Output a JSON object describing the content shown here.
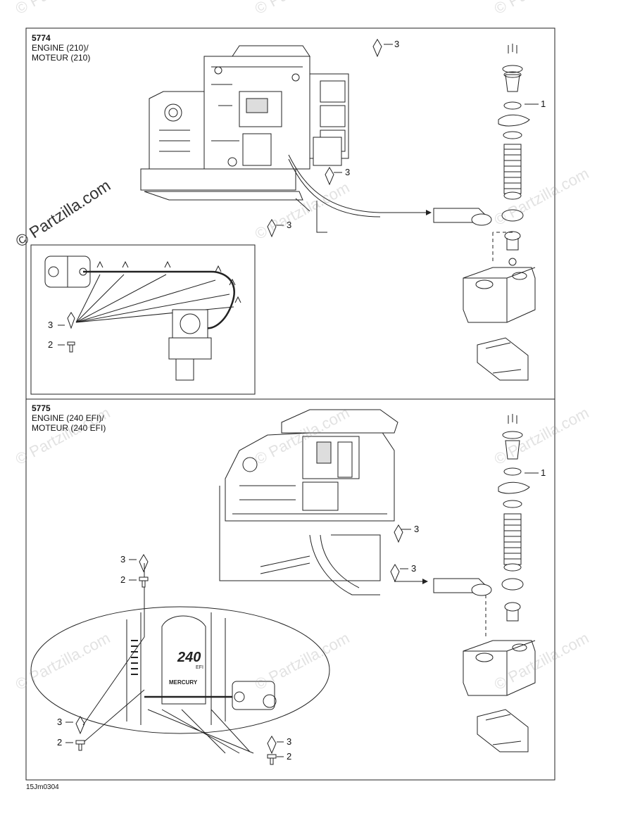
{
  "sections": [
    {
      "id": "5774",
      "line1": "ENGINE (210)/",
      "line2": "MOTEUR (210)"
    },
    {
      "id": "5775",
      "line1": "ENGINE (240 EFI)/",
      "line2": "MOTEUR (240 EFI)"
    }
  ],
  "callouts": {
    "c1": "1",
    "c2": "2",
    "c3": "3"
  },
  "footer_code": "15Jm0304",
  "watermark": "© Partzilla.com",
  "nameplate": {
    "model": "240",
    "sub": "EFI",
    "brand": "MERCURY"
  }
}
